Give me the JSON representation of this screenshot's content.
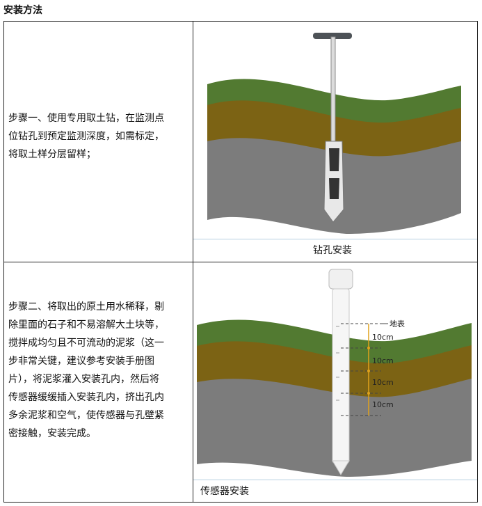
{
  "heading": "安装方法",
  "rows": [
    {
      "step_lines": [
        "步骤一、使用专用取土钻，在监测点",
        "位钻孔到预定监测深度，如需标定，",
        "将取土样分层留样；"
      ],
      "caption": "钻孔安装"
    },
    {
      "step_lines": [
        "步骤二、将取出的原土用水稀释，剔",
        "除里面的石子和不易溶解大土块等，",
        "搅拌成均匀且不可流动的泥浆（这一",
        "步非常关键，建议参考安装手册图",
        "片），将泥浆灌入安装孔内，然后将",
        "传感器缓缓插入安装孔内，挤出孔内",
        "多余泥浆和空气，使传感器与孔壁紧",
        "密接触，安装完成。"
      ],
      "caption": "传感器安装",
      "diagram": {
        "surface_label": "地表",
        "spacings": [
          "10cm",
          "10cm",
          "10cm",
          "10cm"
        ]
      }
    }
  ],
  "colors": {
    "grass": "#527a31",
    "clay": "#7c6314",
    "rock": "#7c7c7c",
    "measure": "#e0a21b"
  }
}
